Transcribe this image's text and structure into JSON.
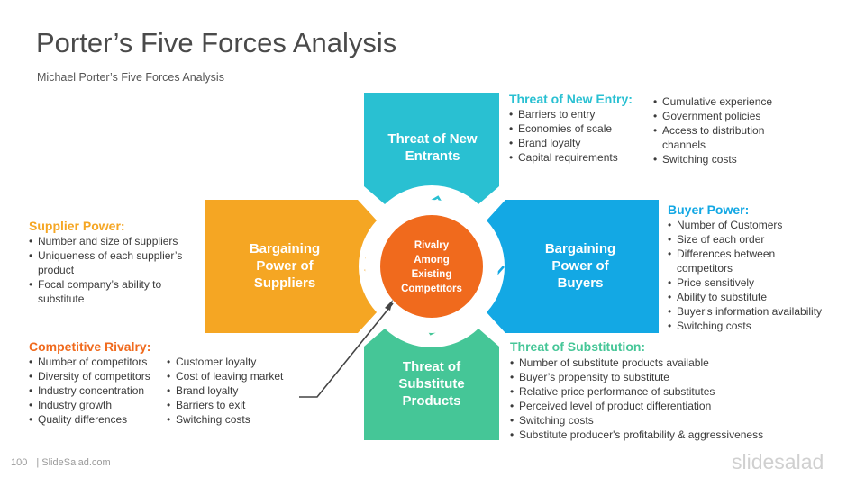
{
  "header": {
    "title": "Porter’s Five Forces Analysis",
    "subtitle": "Michael Porter’s Five Forces Analysis"
  },
  "colors": {
    "cyan": "#29c0d2",
    "blue": "#13a8e4",
    "orange": "#f5a623",
    "green": "#45c697",
    "red_orange": "#f06a1d"
  },
  "diagram": {
    "top": "Threat of New Entrants",
    "left": "Bargaining Power of Suppliers",
    "right": "Bargaining Power of Buyers",
    "bottom": "Threat of Substitute Products",
    "center": "Rivalry Among Existing Competitors"
  },
  "notes": {
    "new_entry": {
      "heading": "Threat of New Entry:",
      "col1": [
        "Barriers to entry",
        "Economies of scale",
        "Brand loyalty",
        "Capital requirements"
      ],
      "col2": [
        "Cumulative experience",
        "Government policies",
        "Access to distribution channels",
        "Switching costs"
      ]
    },
    "supplier": {
      "heading": "Supplier Power:",
      "items": [
        "Number and size of suppliers",
        "Uniqueness of each supplier’s product",
        "Focal company’s ability to substitute"
      ]
    },
    "buyer": {
      "heading": "Buyer Power:",
      "items": [
        "Number of Customers",
        "Size of each order",
        "Differences between competitors",
        "Price sensitively",
        "Ability to substitute",
        "Buyer's information availability",
        "Switching costs"
      ]
    },
    "rivalry": {
      "heading": "Competitive Rivalry:",
      "col1": [
        "Number of competitors",
        "Diversity of competitors",
        "Industry concentration",
        "Industry growth",
        "Quality differences"
      ],
      "col2": [
        "Customer loyalty",
        "Cost of leaving market",
        "Brand loyalty",
        "Barriers to exit",
        "Switching costs"
      ]
    },
    "substitution": {
      "heading": "Threat of Substitution:",
      "items": [
        "Number of substitute products available",
        "Buyer’s propensity to substitute",
        "Relative price performance of substitutes",
        "Perceived level of product differentiation",
        "Switching costs",
        "Substitute producer's profitability & aggressiveness"
      ]
    }
  },
  "footer": {
    "page": "100",
    "site": "| SlideSalad.com",
    "brand": "slidesalad"
  }
}
